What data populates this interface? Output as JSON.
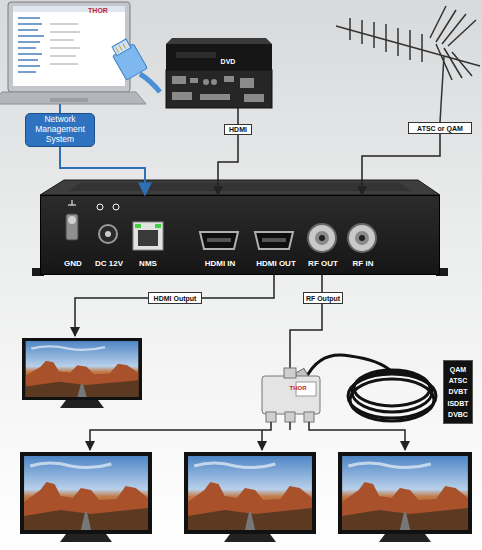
{
  "diagram": {
    "nodes": [
      {
        "text": [
          "Network Management System"
        ]
      },
      {
        "text": [
          "HDMI"
        ]
      },
      {
        "text": [
          "ATSC or QAM"
        ]
      },
      {
        "text": [
          "GND",
          "DC 12V",
          "NMS",
          "HDMI IN",
          "HDMI OUT",
          "RF OUT",
          "RF IN"
        ]
      },
      {
        "text": [
          "HDMI Output"
        ]
      },
      {
        "text": [
          "RF Output"
        ]
      },
      {
        "text": [
          "QAM ATSC DVBT ISDBT DVBC"
        ]
      }
    ],
    "edges": [
      {
        "from": 0,
        "to": 3,
        "arrow": "to"
      },
      {
        "from": 1,
        "to": 3,
        "arrow": "to"
      },
      {
        "from": 2,
        "to": 3,
        "arrow": "to"
      },
      {
        "from": 3,
        "to": 4,
        "arrow": "none"
      },
      {
        "from": 3,
        "to": 5,
        "arrow": "none"
      }
    ],
    "labels": [
      "THOR",
      "DVD",
      "THOR"
    ]
  }
}
